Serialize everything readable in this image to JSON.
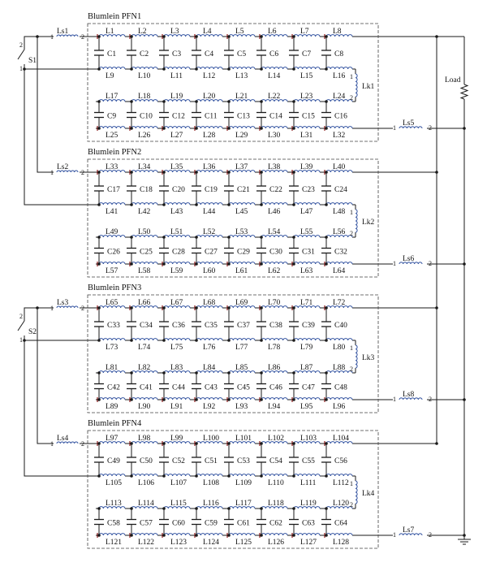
{
  "pfns": [
    {
      "title": "Blumlein PFN1",
      "top_inductors": [
        "L1",
        "L2",
        "L3",
        "L4",
        "L5",
        "L6",
        "L7",
        "L8"
      ],
      "top_caps": [
        "C1",
        "C2",
        "C3",
        "C4",
        "C5",
        "C6",
        "C7",
        "C8"
      ],
      "mid_inductors": [
        "L9",
        "L10",
        "L11",
        "L12",
        "L13",
        "L14",
        "L15",
        "L16"
      ],
      "upper2_inductors": [
        "L17",
        "L18",
        "L19",
        "L20",
        "L21",
        "L22",
        "L23",
        "L24"
      ],
      "bottom_caps": [
        "C9",
        "C10",
        "C12",
        "C11",
        "C13",
        "C14",
        "C15",
        "C16"
      ],
      "bottom_inductors": [
        "L25",
        "L26",
        "L27",
        "L28",
        "L29",
        "L30",
        "L31",
        "L32"
      ],
      "link_inductor": "Lk1",
      "input_inductor": "Ls1",
      "output_inductor": "Ls5"
    },
    {
      "title": "Blumlein PFN2",
      "top_inductors": [
        "L33",
        "L34",
        "L35",
        "L36",
        "L37",
        "L38",
        "L39",
        "L40"
      ],
      "top_caps": [
        "C17",
        "C18",
        "C20",
        "C19",
        "C21",
        "C22",
        "C23",
        "C24"
      ],
      "mid_inductors": [
        "L41",
        "L42",
        "L43",
        "L44",
        "L45",
        "L46",
        "L47",
        "L48"
      ],
      "upper2_inductors": [
        "L49",
        "L50",
        "L51",
        "L52",
        "L53",
        "L54",
        "L55",
        "L56"
      ],
      "bottom_caps": [
        "C26",
        "C25",
        "C28",
        "C27",
        "C29",
        "C30",
        "C31",
        "C32"
      ],
      "bottom_inductors": [
        "L57",
        "L58",
        "L59",
        "L60",
        "L61",
        "L62",
        "L63",
        "L64"
      ],
      "link_inductor": "Lk2",
      "input_inductor": "Ls2",
      "output_inductor": "Ls6"
    },
    {
      "title": "Blumlein PFN3",
      "top_inductors": [
        "L65",
        "L66",
        "L67",
        "L68",
        "L69",
        "L70",
        "L71",
        "L72"
      ],
      "top_caps": [
        "C33",
        "C34",
        "C36",
        "C35",
        "C37",
        "C38",
        "C39",
        "C40"
      ],
      "mid_inductors": [
        "L73",
        "L74",
        "L75",
        "L76",
        "L77",
        "L78",
        "L79",
        "L80"
      ],
      "upper2_inductors": [
        "L81",
        "L82",
        "L83",
        "L84",
        "L85",
        "L86",
        "L87",
        "L88"
      ],
      "bottom_caps": [
        "C42",
        "C41",
        "C44",
        "C43",
        "C45",
        "C46",
        "C47",
        "C48"
      ],
      "bottom_inductors": [
        "L89",
        "L90",
        "L91",
        "L92",
        "L93",
        "L94",
        "L95",
        "L96"
      ],
      "link_inductor": "Lk3",
      "input_inductor": "Ls3",
      "output_inductor": "Ls8"
    },
    {
      "title": "Blumlein PFN4",
      "top_inductors": [
        "L97",
        "L98",
        "L99",
        "L100",
        "L101",
        "L102",
        "L103",
        "L104"
      ],
      "top_caps": [
        "C49",
        "C50",
        "C52",
        "C51",
        "C53",
        "C54",
        "C55",
        "C56"
      ],
      "mid_inductors": [
        "L105",
        "L106",
        "L107",
        "L108",
        "L109",
        "L110",
        "L111",
        "L112"
      ],
      "upper2_inductors": [
        "L113",
        "L114",
        "L115",
        "L116",
        "L117",
        "L118",
        "L119",
        "L120"
      ],
      "bottom_caps": [
        "C58",
        "C57",
        "C60",
        "C59",
        "C61",
        "C62",
        "C63",
        "C64"
      ],
      "bottom_inductors": [
        "L121",
        "L122",
        "L123",
        "L124",
        "L125",
        "L126",
        "L127",
        "L128"
      ],
      "link_inductor": "Lk4",
      "input_inductor": "Ls4",
      "output_inductor": "Ls7"
    }
  ],
  "switches": [
    {
      "label": "S1",
      "pin_top": "2",
      "pin_bottom": "1"
    },
    {
      "label": "S2",
      "pin_top": "2",
      "pin_bottom": "1"
    }
  ],
  "load_label": "Load",
  "pin_labels": {
    "in": "1",
    "out": "2"
  },
  "colors": {
    "wire": "#1a1a1a",
    "coil": "#2e4f9e",
    "stub": "#8b1a1a",
    "frame": "#444444"
  }
}
